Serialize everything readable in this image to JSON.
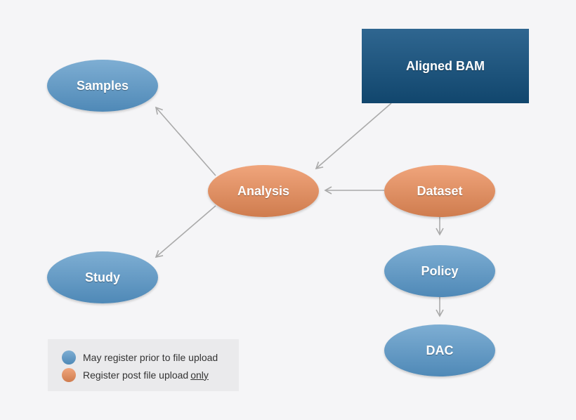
{
  "nodes": {
    "aligned_bam": "Aligned BAM",
    "samples": "Samples",
    "analysis": "Analysis",
    "dataset": "Dataset",
    "study": "Study",
    "policy": "Policy",
    "dac": "DAC"
  },
  "legend": {
    "pre_upload": "May register prior to file upload",
    "post_upload_prefix": "Register post file upload",
    "post_upload_emphasis": "only"
  },
  "colors": {
    "pre_upload": "#5f96c2",
    "post_upload": "#e08d5f",
    "aligned_bam": "#1e557e",
    "edge": "#aaaaaa"
  }
}
